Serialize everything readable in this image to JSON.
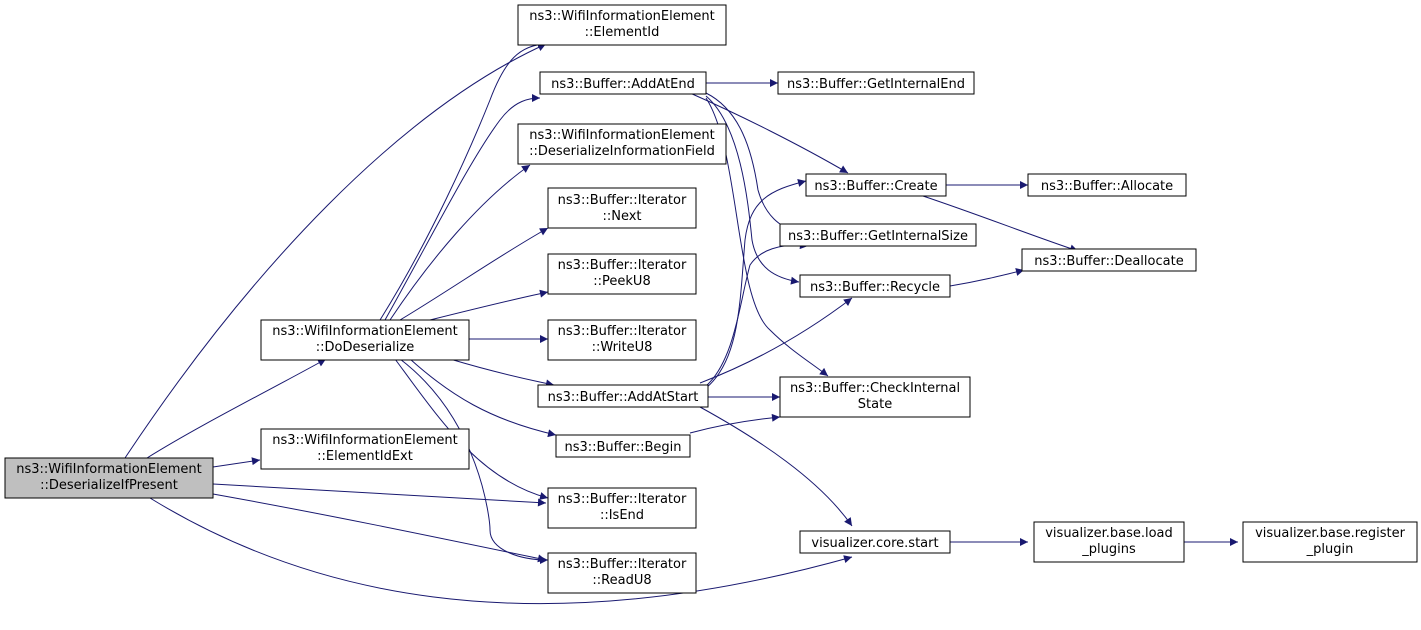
{
  "diagram": {
    "type": "call-graph",
    "edge_color": "#191970",
    "root_fill": "#bfbfbf",
    "nodes": [
      {
        "id": "root",
        "lines": [
          "ns3::WifiInformationElement",
          "::DeserializeIfPresent"
        ]
      },
      {
        "id": "elementid",
        "lines": [
          "ns3::WifiInformationElement",
          "::ElementId"
        ]
      },
      {
        "id": "addatend",
        "lines": [
          "ns3::Buffer::AddAtEnd"
        ]
      },
      {
        "id": "deserinfo",
        "lines": [
          "ns3::WifiInformationElement",
          "::DeserializeInformationField"
        ]
      },
      {
        "id": "next",
        "lines": [
          "ns3::Buffer::Iterator",
          "::Next"
        ]
      },
      {
        "id": "peeku8",
        "lines": [
          "ns3::Buffer::Iterator",
          "::PeekU8"
        ]
      },
      {
        "id": "dodeser",
        "lines": [
          "ns3::WifiInformationElement",
          "::DoDeserialize"
        ]
      },
      {
        "id": "writeu8",
        "lines": [
          "ns3::Buffer::Iterator",
          "::WriteU8"
        ]
      },
      {
        "id": "addatstart",
        "lines": [
          "ns3::Buffer::AddAtStart"
        ]
      },
      {
        "id": "elementidext",
        "lines": [
          "ns3::WifiInformationElement",
          "::ElementIdExt"
        ]
      },
      {
        "id": "begin",
        "lines": [
          "ns3::Buffer::Begin"
        ]
      },
      {
        "id": "isend",
        "lines": [
          "ns3::Buffer::Iterator",
          "::IsEnd"
        ]
      },
      {
        "id": "readu8",
        "lines": [
          "ns3::Buffer::Iterator",
          "::ReadU8"
        ]
      },
      {
        "id": "getinternalend",
        "lines": [
          "ns3::Buffer::GetInternalEnd"
        ]
      },
      {
        "id": "create",
        "lines": [
          "ns3::Buffer::Create"
        ]
      },
      {
        "id": "getinternalsize",
        "lines": [
          "ns3::Buffer::GetInternalSize"
        ]
      },
      {
        "id": "recycle",
        "lines": [
          "ns3::Buffer::Recycle"
        ]
      },
      {
        "id": "checkinternal",
        "lines": [
          "ns3::Buffer::CheckInternal",
          "State"
        ]
      },
      {
        "id": "corestart",
        "lines": [
          "visualizer.core.start"
        ]
      },
      {
        "id": "allocate",
        "lines": [
          "ns3::Buffer::Allocate"
        ]
      },
      {
        "id": "deallocate",
        "lines": [
          "ns3::Buffer::Deallocate"
        ]
      },
      {
        "id": "loadplugins",
        "lines": [
          "visualizer.base.load",
          "_plugins"
        ]
      },
      {
        "id": "registerplugin",
        "lines": [
          "visualizer.base.register",
          "_plugin"
        ]
      }
    ],
    "edges": [
      [
        "root",
        "elementid"
      ],
      [
        "root",
        "dodeser"
      ],
      [
        "root",
        "elementidext"
      ],
      [
        "root",
        "isend"
      ],
      [
        "root",
        "readu8"
      ],
      [
        "root",
        "corestart"
      ],
      [
        "dodeser",
        "elementid"
      ],
      [
        "dodeser",
        "addatend"
      ],
      [
        "dodeser",
        "deserinfo"
      ],
      [
        "dodeser",
        "next"
      ],
      [
        "dodeser",
        "peeku8"
      ],
      [
        "dodeser",
        "writeu8"
      ],
      [
        "dodeser",
        "addatstart"
      ],
      [
        "dodeser",
        "begin"
      ],
      [
        "dodeser",
        "isend"
      ],
      [
        "dodeser",
        "readu8"
      ],
      [
        "addatend",
        "getinternalend"
      ],
      [
        "addatend",
        "create"
      ],
      [
        "addatend",
        "getinternalsize"
      ],
      [
        "addatend",
        "recycle"
      ],
      [
        "addatend",
        "checkinternal"
      ],
      [
        "addatstart",
        "create"
      ],
      [
        "addatstart",
        "getinternalsize"
      ],
      [
        "addatstart",
        "recycle"
      ],
      [
        "addatstart",
        "checkinternal"
      ],
      [
        "addatstart",
        "corestart"
      ],
      [
        "begin",
        "checkinternal"
      ],
      [
        "create",
        "allocate"
      ],
      [
        "create",
        "deallocate"
      ],
      [
        "recycle",
        "deallocate"
      ],
      [
        "corestart",
        "loadplugins"
      ],
      [
        "loadplugins",
        "registerplugin"
      ]
    ]
  }
}
